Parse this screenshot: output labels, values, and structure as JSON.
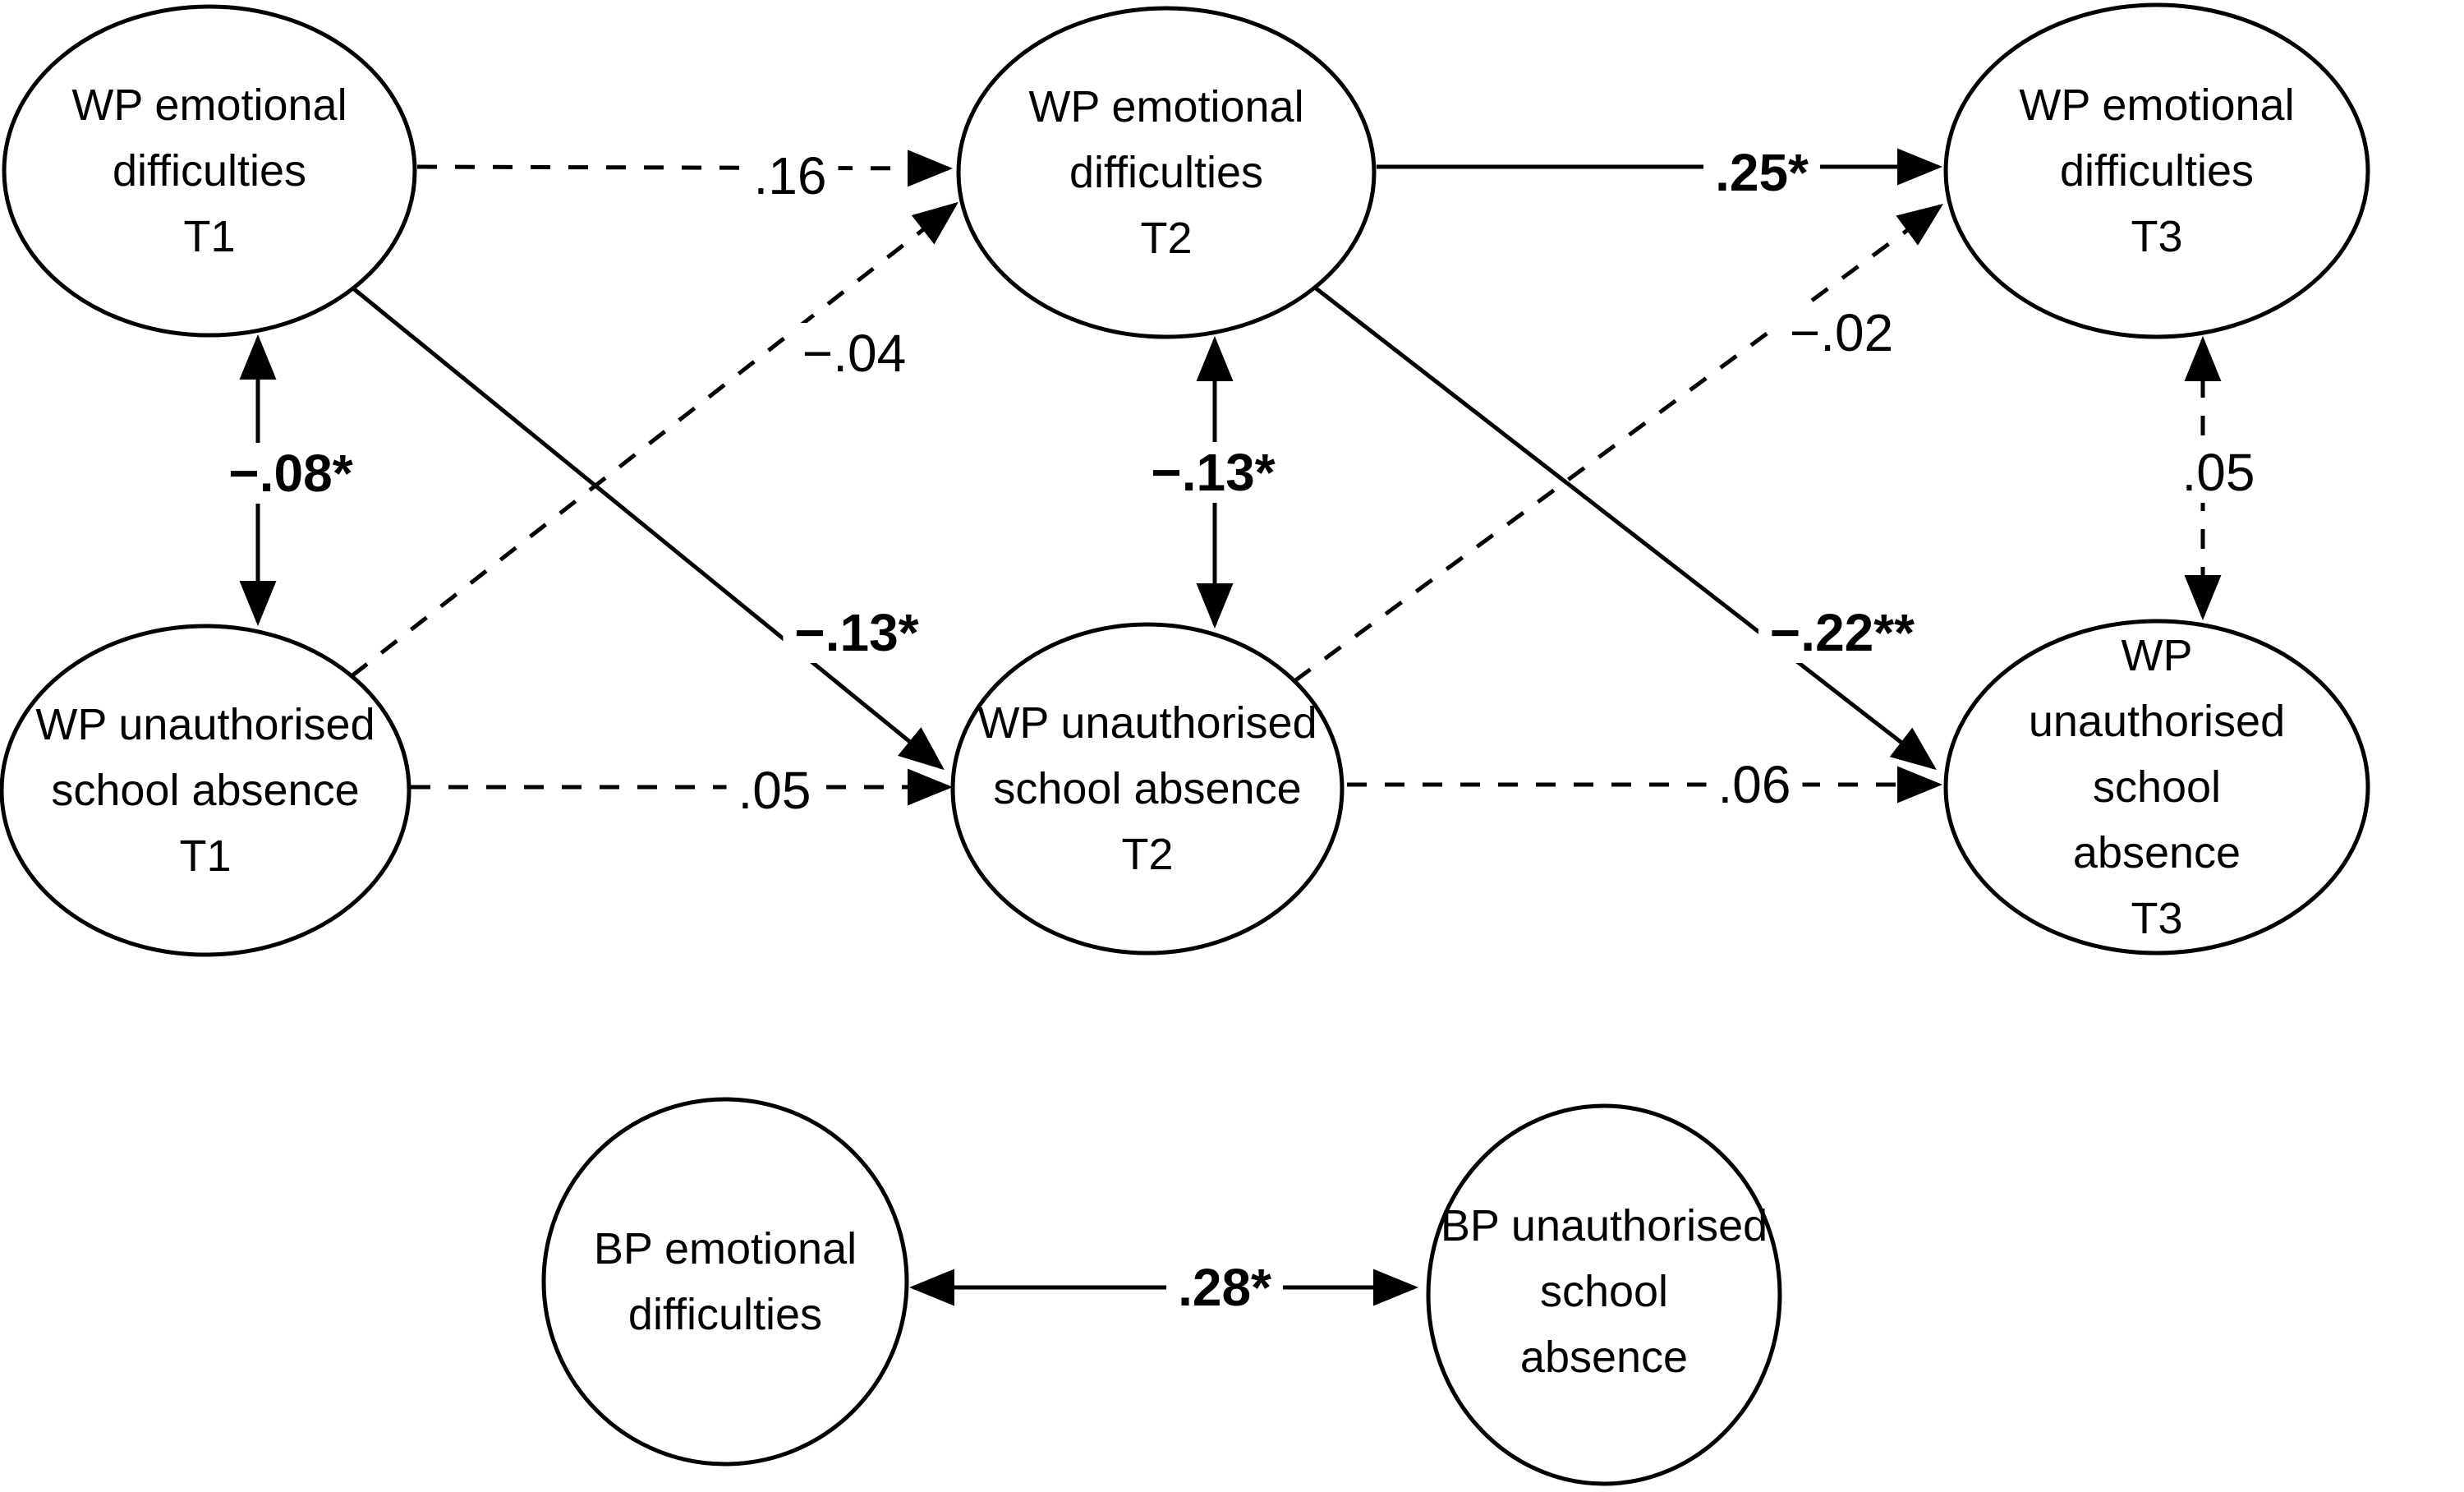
{
  "figure": {
    "type": "path-diagram",
    "description_visible": "Cross-lagged panel model with within-person (WP) and between-person (BP) latent variables"
  },
  "nodes": {
    "wp_emo_t1": {
      "label": "WP emotional\ndifficulties\nT1"
    },
    "wp_emo_t2": {
      "label": "WP emotional\ndifficulties\nT2"
    },
    "wp_emo_t3": {
      "label": "WP emotional\ndifficulties\nT3"
    },
    "wp_abs_t1": {
      "label": "WP unauthorised\nschool absence\nT1"
    },
    "wp_abs_t2": {
      "label": "WP unauthorised\nschool absence\nT2"
    },
    "wp_abs_t3": {
      "label": "WP unauthorised\nschool absence\nT3"
    },
    "bp_emo": {
      "label": "BP emotional\ndifficulties"
    },
    "bp_abs": {
      "label": "BP unauthorised\nschool\nabsence"
    }
  },
  "edges": [
    {
      "from": "wp_emo_t1",
      "to": "wp_emo_t2",
      "label": ".16"
    },
    {
      "from": "wp_abs_t1",
      "to": "wp_abs_t2",
      "label": ".05"
    },
    {
      "from": "wp_emo_t2",
      "to": "wp_emo_t3",
      "label": ".25*"
    },
    {
      "from": "wp_abs_t2",
      "to": "wp_abs_t3",
      "label": ".06"
    },
    {
      "from": "wp_emo_t1",
      "to": "wp_abs_t1",
      "label": "−.08*"
    },
    {
      "from": "wp_emo_t2",
      "to": "wp_abs_t2",
      "label": "−.13*"
    },
    {
      "from": "wp_emo_t3",
      "to": "wp_abs_t3",
      "label": ".05"
    },
    {
      "from": "wp_emo_t1",
      "to": "wp_abs_t2",
      "label": "−.13*"
    },
    {
      "from": "wp_abs_t1",
      "to": "wp_emo_t2",
      "label": "−.04"
    },
    {
      "from": "wp_emo_t2",
      "to": "wp_abs_t3",
      "label": "−.22**"
    },
    {
      "from": "wp_abs_t2",
      "to": "wp_emo_t3",
      "label": "−.02"
    },
    {
      "from": "bp_emo",
      "to": "bp_abs",
      "label": ".28*"
    }
  ],
  "colors": {
    "stroke": "#000000",
    "background": "#ffffff"
  }
}
